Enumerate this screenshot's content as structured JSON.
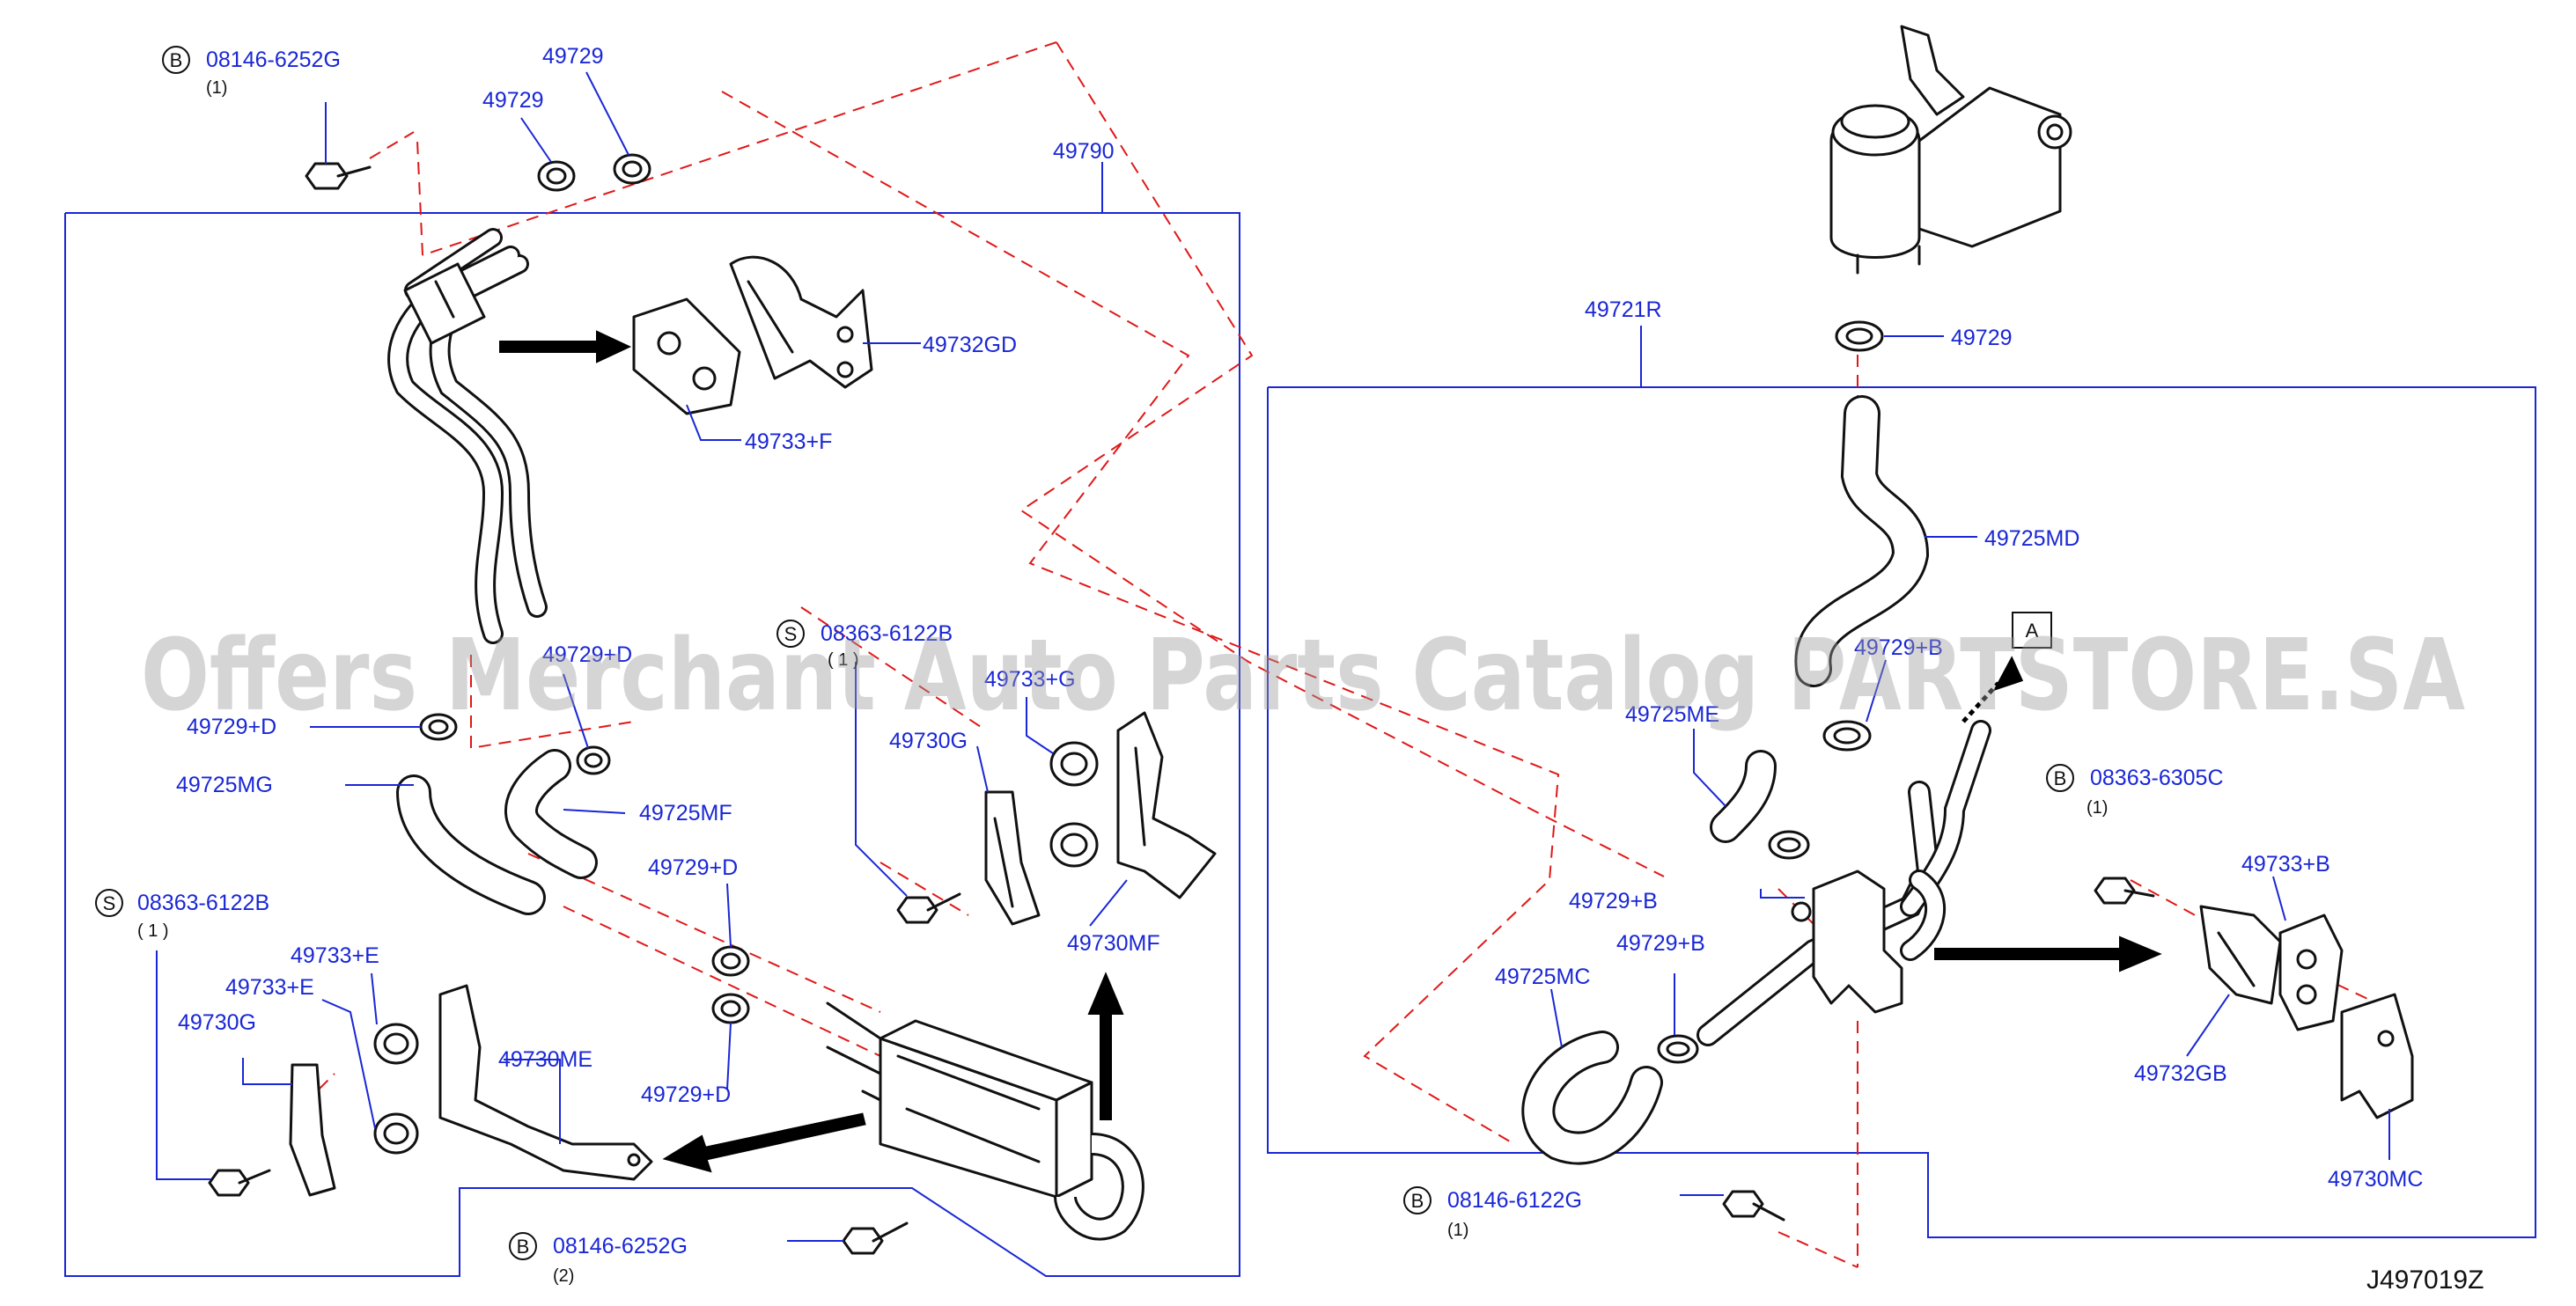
{
  "watermark": "Offers Merchant Auto Parts Catalog PARTSTORE.SA",
  "diagram_code": "J497019Z",
  "callouts": {
    "bolt_top_left": {
      "badge": "B",
      "part": "08146-6252G",
      "qty": "(1)"
    },
    "clamp_top_a": "49729",
    "clamp_top_b": "49729",
    "assembly_left": "49790",
    "bracket_gd": "49732GD",
    "insulator_f": "49733+F",
    "clamp_d_top": "49729+D",
    "clamp_d_left": "49729+D",
    "hose_mg": "49725MG",
    "hose_mf": "49725MF",
    "clamp_d_mid": "49729+D",
    "clamp_d_low": "49729+D",
    "screw_mid": {
      "badge": "S",
      "part": "08363-6122B",
      "qty": "( 1 )"
    },
    "insulator_g_a": "49733+G",
    "clamp_g": "49730G",
    "bracket_mf": "49730MF",
    "screw_left": {
      "badge": "S",
      "part": "08363-6122B",
      "qty": "( 1 )"
    },
    "insulator_e_a": "49733+E",
    "insulator_e_b": "49733+E",
    "clamp_g_left": "49730G",
    "bracket_me": "49730ME",
    "bolt_bottom": {
      "badge": "B",
      "part": "08146-6252G",
      "qty": "(2)"
    },
    "assembly_right": "49721R",
    "clamp_reservoir": "49729",
    "hose_md": "49725MD",
    "clamp_b_top": "49729+B",
    "view_ref": "A",
    "hose_me": "49725ME",
    "clamp_b_a": "49729+B",
    "clamp_b_b": "49729+B",
    "hose_mc": "49725MC",
    "screw_right": {
      "badge": "B",
      "part": "08363-6305C",
      "qty": "(1)"
    },
    "insulator_b": "49733+B",
    "bracket_gb": "49732GB",
    "bracket_mc": "49730MC",
    "bolt_right": {
      "badge": "B",
      "part": "08146-6122G",
      "qty": "(1)"
    }
  }
}
